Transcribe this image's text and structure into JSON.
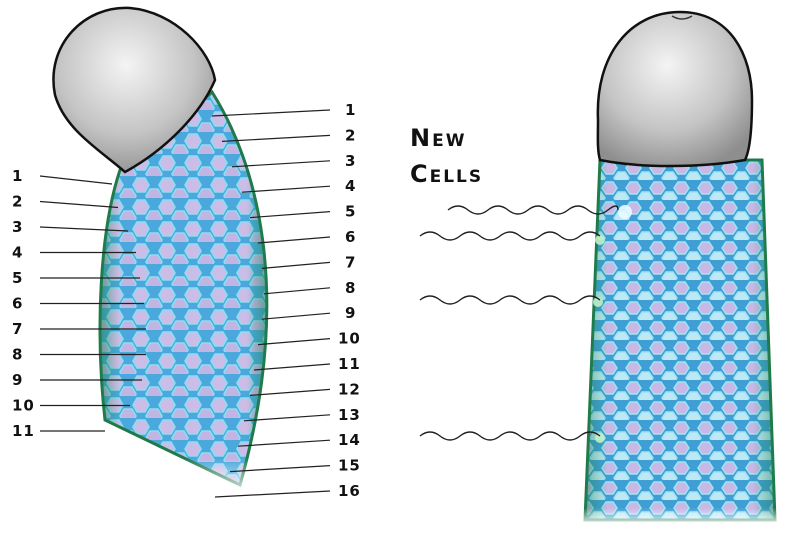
{
  "left_labels": [
    "1",
    "2",
    "3",
    "4",
    "5",
    "6",
    "7",
    "8",
    "9",
    "10",
    "11"
  ],
  "right_labels": [
    "1",
    "2",
    "3",
    "4",
    "5",
    "6",
    "7",
    "8",
    "9",
    "10",
    "11",
    "12",
    "13",
    "14",
    "15",
    "16"
  ],
  "new_cells_title": {
    "line1": "New",
    "line2": "Cells"
  },
  "colors": {
    "head": "#b9b9b9",
    "head_highlight": "#f2f2f2",
    "shaft_blue": "#3fa3d8",
    "shaft_green": "#2a8c5a",
    "cell": "#c9b9e6",
    "cell_edge": "#7fd0ee",
    "line": "#222222"
  },
  "icons": [
    "wavy-arrow-icon"
  ]
}
